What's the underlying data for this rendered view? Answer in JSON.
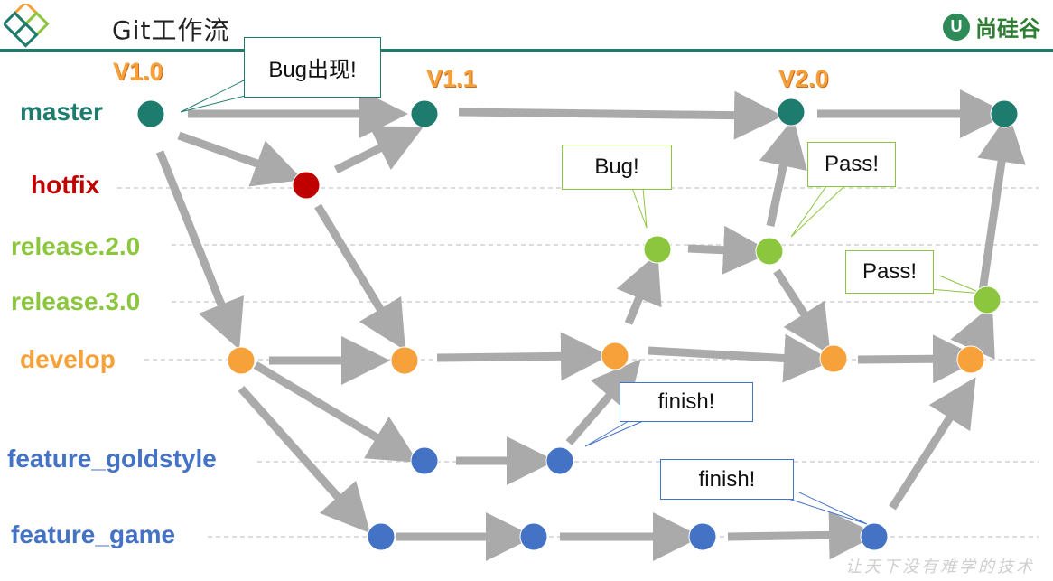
{
  "header": {
    "title": "Git工作流",
    "brand_mark": "U",
    "brand_name": "尚硅谷"
  },
  "branches": [
    {
      "id": "master",
      "label": "master",
      "color": "#1e7c6e"
    },
    {
      "id": "hotfix",
      "label": "hotfix",
      "color": "#c00000"
    },
    {
      "id": "release20",
      "label": "release.2.0",
      "color": "#8cc63f"
    },
    {
      "id": "release30",
      "label": "release.3.0",
      "color": "#8cc63f"
    },
    {
      "id": "develop",
      "label": "develop",
      "color": "#f7a13b"
    },
    {
      "id": "feature_goldstyle",
      "label": "feature_goldstyle",
      "color": "#4472c4"
    },
    {
      "id": "feature_game",
      "label": "feature_game",
      "color": "#4472c4"
    }
  ],
  "versions": [
    "V1.0",
    "V1.1",
    "V2.0"
  ],
  "callouts": {
    "bug_appears": "Bug出现!",
    "release_bug": "Bug!",
    "release20_pass": "Pass!",
    "release30_pass": "Pass!",
    "goldstyle_finish": "finish!",
    "game_finish": "finish!"
  },
  "colors": {
    "arrow": "#aaaaaa",
    "header_line": "#1e7c6e",
    "callout_green": "#8cc63f",
    "callout_teal": "#1e7c6e",
    "callout_blue": "#4472c4"
  },
  "watermark": "让天下没有难学的技术"
}
